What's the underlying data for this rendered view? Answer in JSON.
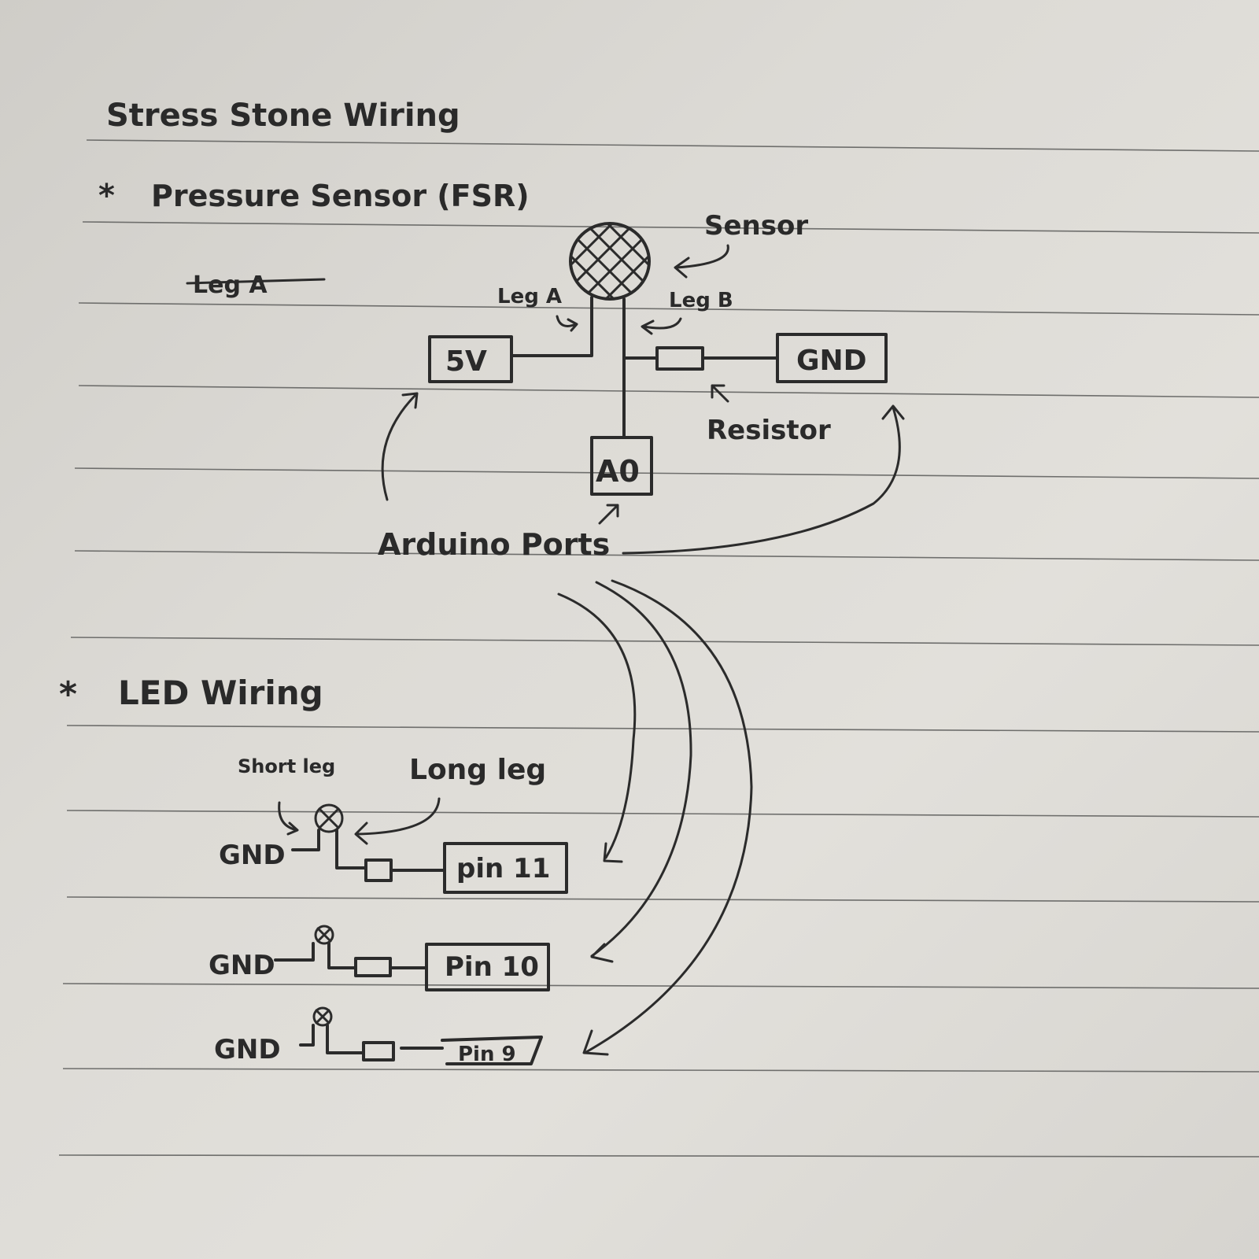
{
  "title": "Stress Stone Wiring",
  "sections": {
    "pressure_sensor": {
      "heading": "Pressure Sensor (FSR)",
      "bullet": "*",
      "struck_text": "Leg A",
      "labels": {
        "sensor": "Sensor",
        "leg_a": "Leg A",
        "leg_b": "Leg B",
        "resistor": "Resistor",
        "arduino_ports": "Arduino Ports"
      },
      "ports": {
        "five_v": "5V",
        "gnd": "GND",
        "a0": "A0"
      }
    },
    "led_wiring": {
      "heading": "LED Wiring",
      "bullet": "*",
      "labels": {
        "short_leg": "Short leg",
        "long_leg": "Long leg"
      },
      "circuits": [
        {
          "ground": "GND",
          "pin": "pin 11"
        },
        {
          "ground": "GND",
          "pin": "Pin 10"
        },
        {
          "ground": "GND",
          "pin": "Pin 9"
        }
      ]
    }
  },
  "colors": {
    "paper": "#dcdad5",
    "ink": "#2b2b2b",
    "rule": "#6e6e6c"
  }
}
